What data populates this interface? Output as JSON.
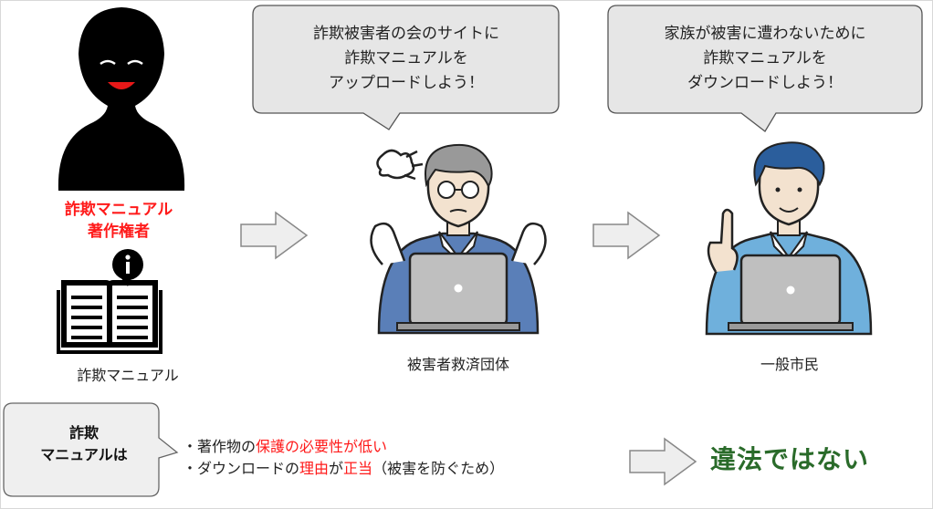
{
  "speech": {
    "group": {
      "line1": "詐欺被害者の会のサイトに",
      "line2": "詐欺マニュアルを",
      "line3": "アップロードしよう！"
    },
    "citizen": {
      "line1": "家族が被害に遭わないために",
      "line2": "詐欺マニュアルを",
      "line3": "ダウンロードしよう！"
    }
  },
  "owner": {
    "line1": "詐欺マニュアル",
    "line2": "著作権者"
  },
  "manual_label": "詐欺マニュアル",
  "group_label": "被害者救済団体",
  "citizen_label": "一般市民",
  "note": {
    "line1": "詐欺",
    "line2": "マニュアルは"
  },
  "reasons": {
    "r1_pre": "・著作物の",
    "r1_red": "保護の必要性が低い",
    "r2_pre": "・ダウンロードの",
    "r2_red1": "理由",
    "r2_mid": "が",
    "r2_red2": "正当",
    "r2_post": "（被害を防ぐため）"
  },
  "verdict": "違法ではない",
  "colors": {
    "alert": "#ff1a1a",
    "verdict": "#2a6b2a",
    "citizen_shirt": "#6fb0dc",
    "group_shirt": "#5a7fb8"
  }
}
